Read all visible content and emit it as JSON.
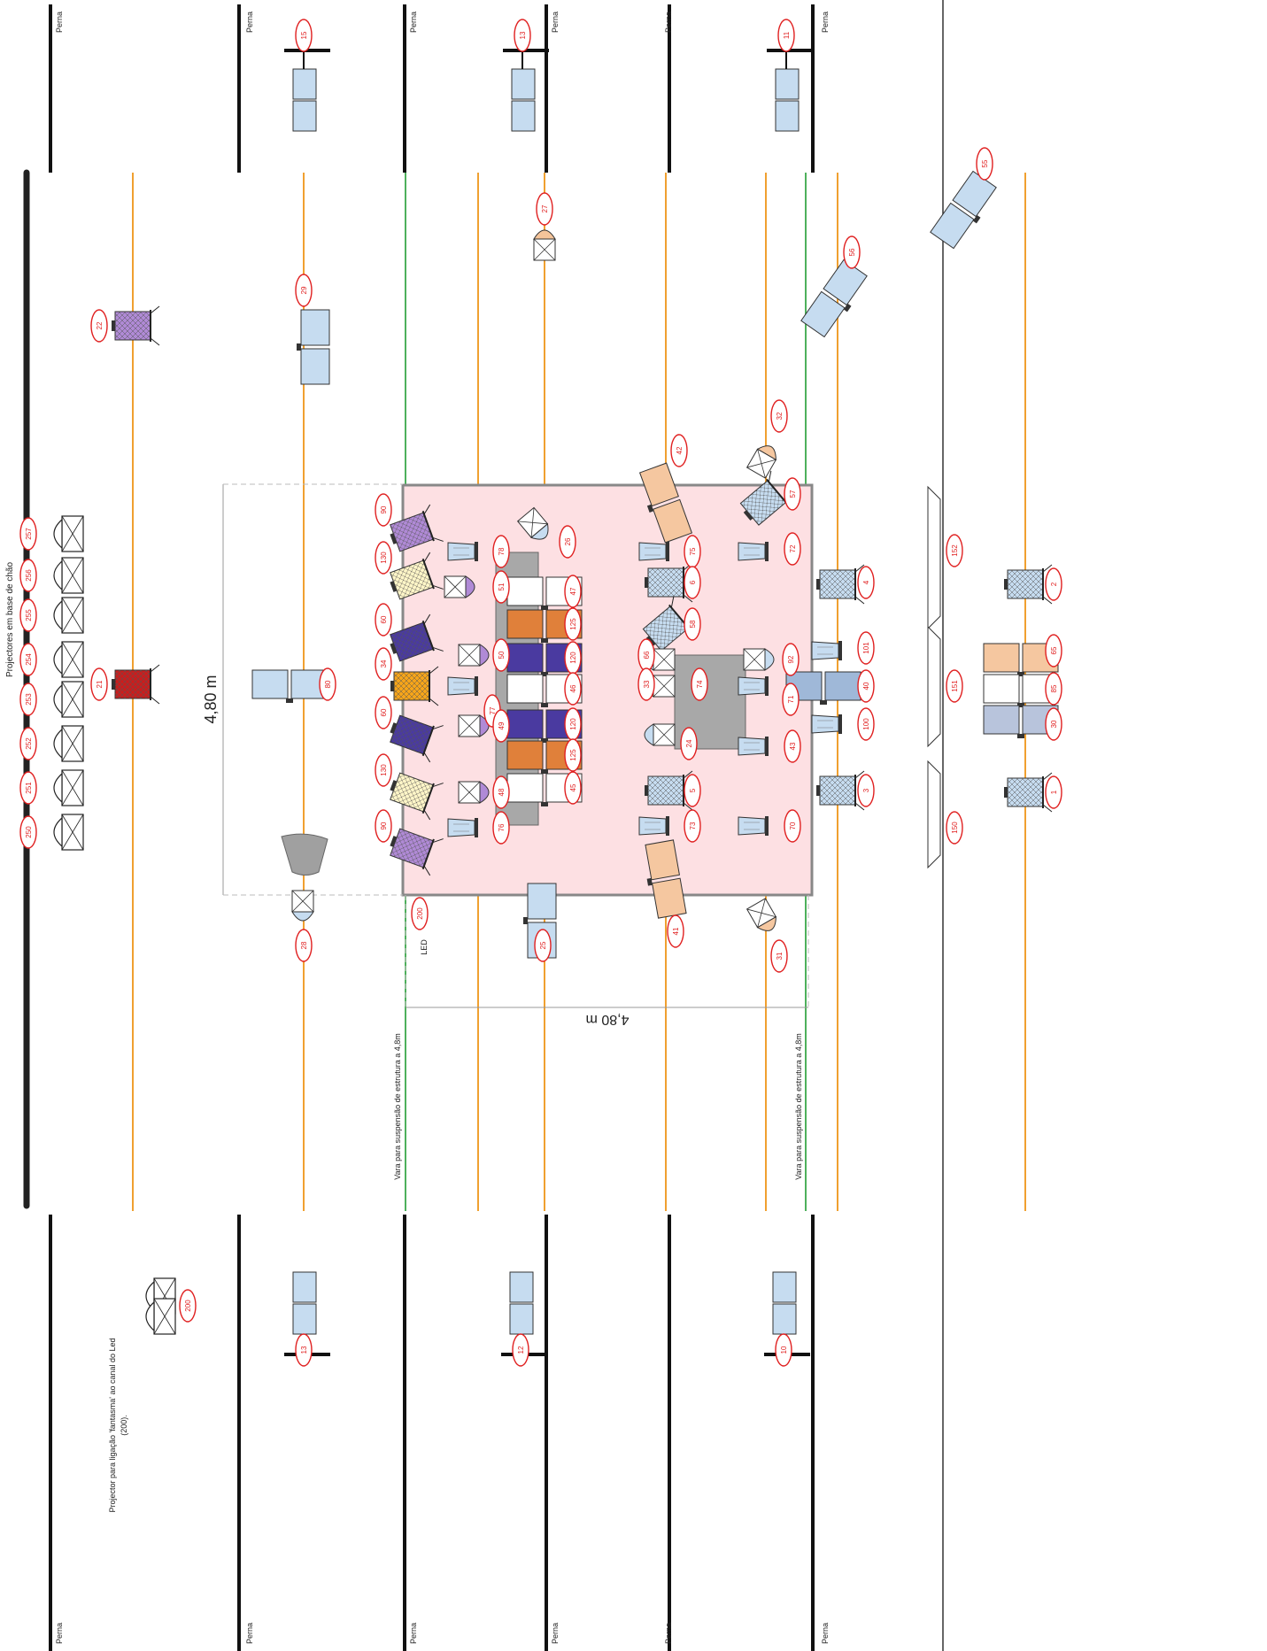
{
  "labels": {
    "perna": "Perna",
    "floor_projectors_note": "Projectores em base de chão",
    "dimension_vertical": "4,80 m",
    "dimension_horizontal": "4,80 m",
    "led": "LED",
    "bar_suspension": "Vara para suspensão de estrutura a 4,8m",
    "ghost_note_line1": "Projector para ligação 'fantasma' ao canal do Led",
    "ghost_note_line2": "(200)."
  },
  "channels": {
    "floor": [
      "257",
      "256",
      "255",
      "254",
      "253",
      "252",
      "251",
      "250"
    ],
    "top_wings": [
      "15",
      "13",
      "11"
    ],
    "bottom_wings": [
      "13",
      "12",
      "10"
    ],
    "col1": [
      "22",
      "21"
    ],
    "col2": [
      "29",
      "80",
      "28"
    ],
    "left_lateral": [
      "90",
      "130",
      "60",
      "34",
      "60",
      "130",
      "90",
      "200"
    ],
    "col4": [
      "78",
      "51",
      "50",
      "77",
      "49",
      "48",
      "76"
    ],
    "col5": [
      "27",
      "26",
      "47",
      "125",
      "120",
      "46",
      "120",
      "125",
      "45",
      "25"
    ],
    "col6": [
      "42",
      "75",
      "6",
      "58",
      "66",
      "33",
      "74",
      "24",
      "5",
      "73",
      "41"
    ],
    "col7": [
      "32",
      "57",
      "72",
      "92",
      "71",
      "43",
      "70",
      "31"
    ],
    "col8": [
      "4",
      "101",
      "40",
      "100",
      "3"
    ],
    "right_top": [
      "56",
      "55"
    ],
    "right_col": [
      "152",
      "151",
      "150",
      "2",
      "65",
      "85",
      "30",
      "1"
    ]
  },
  "colors": {
    "pipe": "#f0a030",
    "structure_bar": "#3aa84a",
    "stage": "#fde0e3",
    "badge": "#e02020",
    "fixture_blue": "#c6dcf0",
    "lilac": "#b08ad6",
    "red": "#c81e1e",
    "purple_dark": "#4a3aa0",
    "orange": "#f6a51a",
    "orange_rust": "#e0803a",
    "cream": "#fff6c8",
    "peach": "#f5c7a0",
    "grey_table": "#a8a8a8"
  }
}
